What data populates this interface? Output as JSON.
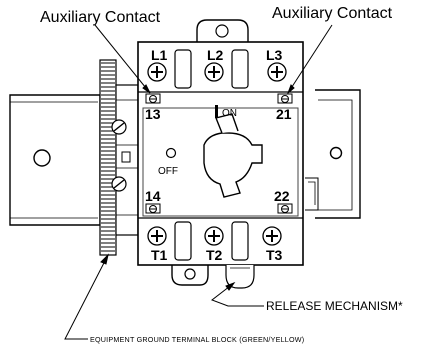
{
  "labels": {
    "aux_contact_left": "Auxiliary Contact",
    "aux_contact_right": "Auxiliary Contact",
    "release_mechanism": "RELEASE  MECHANISM*",
    "ground_block": "EQUIPMENT  GROUND  TERMINAL  BLOCK  (GREEN/YELLOW)"
  },
  "terminals": {
    "line": [
      "L1",
      "L2",
      "L3"
    ],
    "load": [
      "T1",
      "T2",
      "T3"
    ],
    "aux_top": [
      "13",
      "21"
    ],
    "aux_bottom": [
      "14",
      "22"
    ]
  },
  "switch": {
    "on_label": "ON",
    "off_label": "OFF"
  }
}
